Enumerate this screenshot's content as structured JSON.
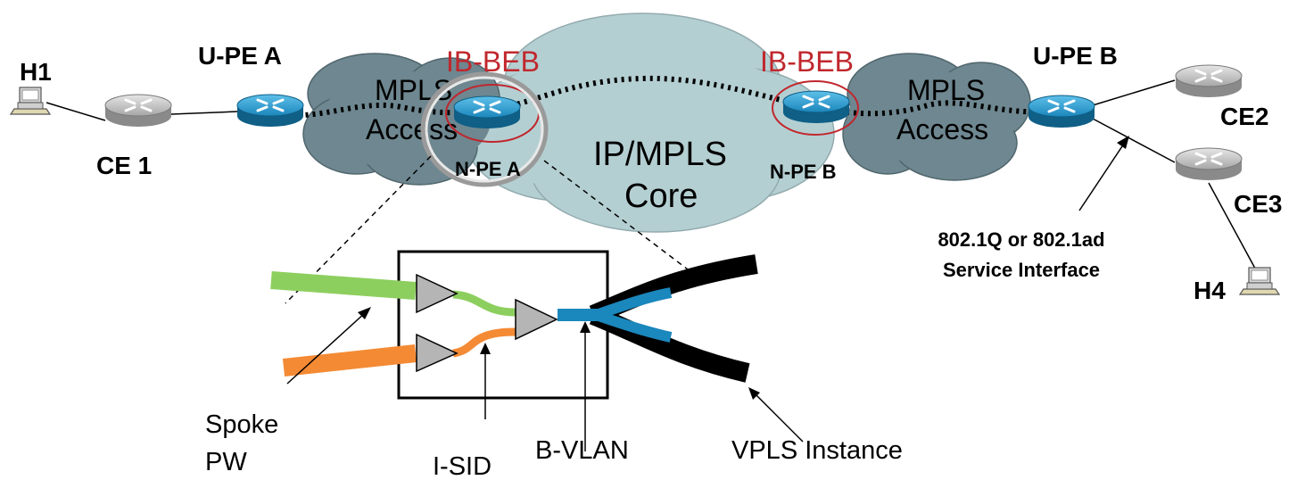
{
  "hosts": {
    "h1": "H1",
    "h4": "H4"
  },
  "ce": {
    "ce1": "CE 1",
    "ce2": "CE2",
    "ce3": "CE3"
  },
  "upe": {
    "a": "U-PE A",
    "b": "U-PE B"
  },
  "npe": {
    "a": "N-PE A",
    "b": "N-PE B"
  },
  "beb": {
    "a": "IB-BEB",
    "b": "IB-BEB"
  },
  "clouds": {
    "access_left": [
      "MPLS",
      "Access"
    ],
    "access_right": [
      "MPLS",
      "Access"
    ],
    "core": [
      "IP/MPLS",
      "Core"
    ]
  },
  "service_interface": [
    "802.1Q or 802.1ad",
    "Service Interface"
  ],
  "callouts": {
    "spoke_pw": [
      "Spoke",
      "PW"
    ],
    "isid": "I-SID",
    "bvlan": "B-VLAN",
    "vpls": "VPLS Instance"
  },
  "colors": {
    "access_cloud": "#6e8790",
    "core_cloud": "#b4cfd2",
    "router_blue": "#1e8fc4",
    "router_gray": "#b0b0b0",
    "beb_red": "#c0272d",
    "spoke_green": "#8dcf5f",
    "spoke_orange": "#f48a34",
    "bvlan_blue": "#1a87bd"
  }
}
